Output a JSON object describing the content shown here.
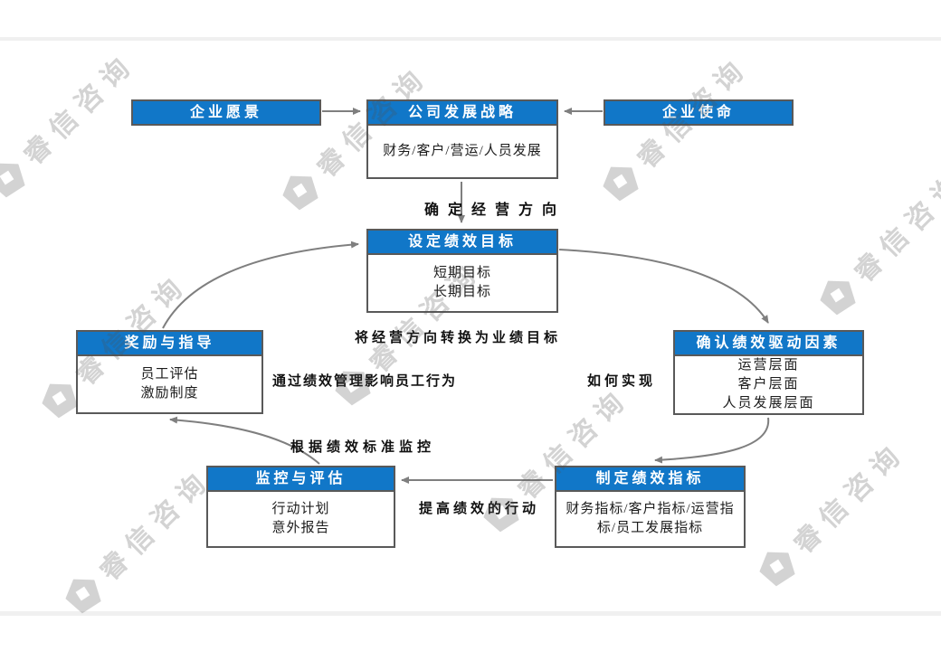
{
  "page": {
    "background": "#ffffff",
    "top_band_color": "#f0f0f0",
    "bottom_band_color": "#f0f0f0"
  },
  "colors": {
    "header_bg": "#1177c8",
    "header_text": "#ffffff",
    "box_border": "#595959",
    "body_text": "#1c1c1c",
    "arrow": "#7f7f7f",
    "band": "#f0f0f0",
    "watermark": "#d3d3d3"
  },
  "watermark": {
    "text": "睿信咨询"
  },
  "diagram": {
    "nodes": {
      "vision": {
        "title": "企业愿景",
        "lines": []
      },
      "strategy": {
        "title": "公司发展战略",
        "lines": [
          "财务/客户/营运/人员发展"
        ]
      },
      "mission": {
        "title": "企业使命",
        "lines": []
      },
      "target": {
        "title": "设定绩效目标",
        "lines": [
          "短期目标",
          "长期目标"
        ]
      },
      "reward": {
        "title": "奖励与指导",
        "lines": [
          "员工评估",
          "激励制度"
        ]
      },
      "driver": {
        "title": "确认绩效驱动因素",
        "lines": [
          "运营层面",
          "客户层面",
          "人员发展层面"
        ]
      },
      "monitor": {
        "title": "监控与评估",
        "lines": [
          "行动计划",
          "意外报告"
        ]
      },
      "indicator": {
        "title": "制定绩效指标",
        "lines": [
          "财务指标/客户指标/运营指标/员工发展指标"
        ]
      }
    },
    "labels": {
      "set_direction": "确定经营方向",
      "convert_to_targets": "将经营方向转换为业绩目标",
      "influence_behavior": "通过绩效管理影响员工行为",
      "how_to_achieve": "如何实现",
      "monitor_by_standard": "根据绩效标准监控",
      "improve_action": "提高绩效的行动"
    }
  }
}
